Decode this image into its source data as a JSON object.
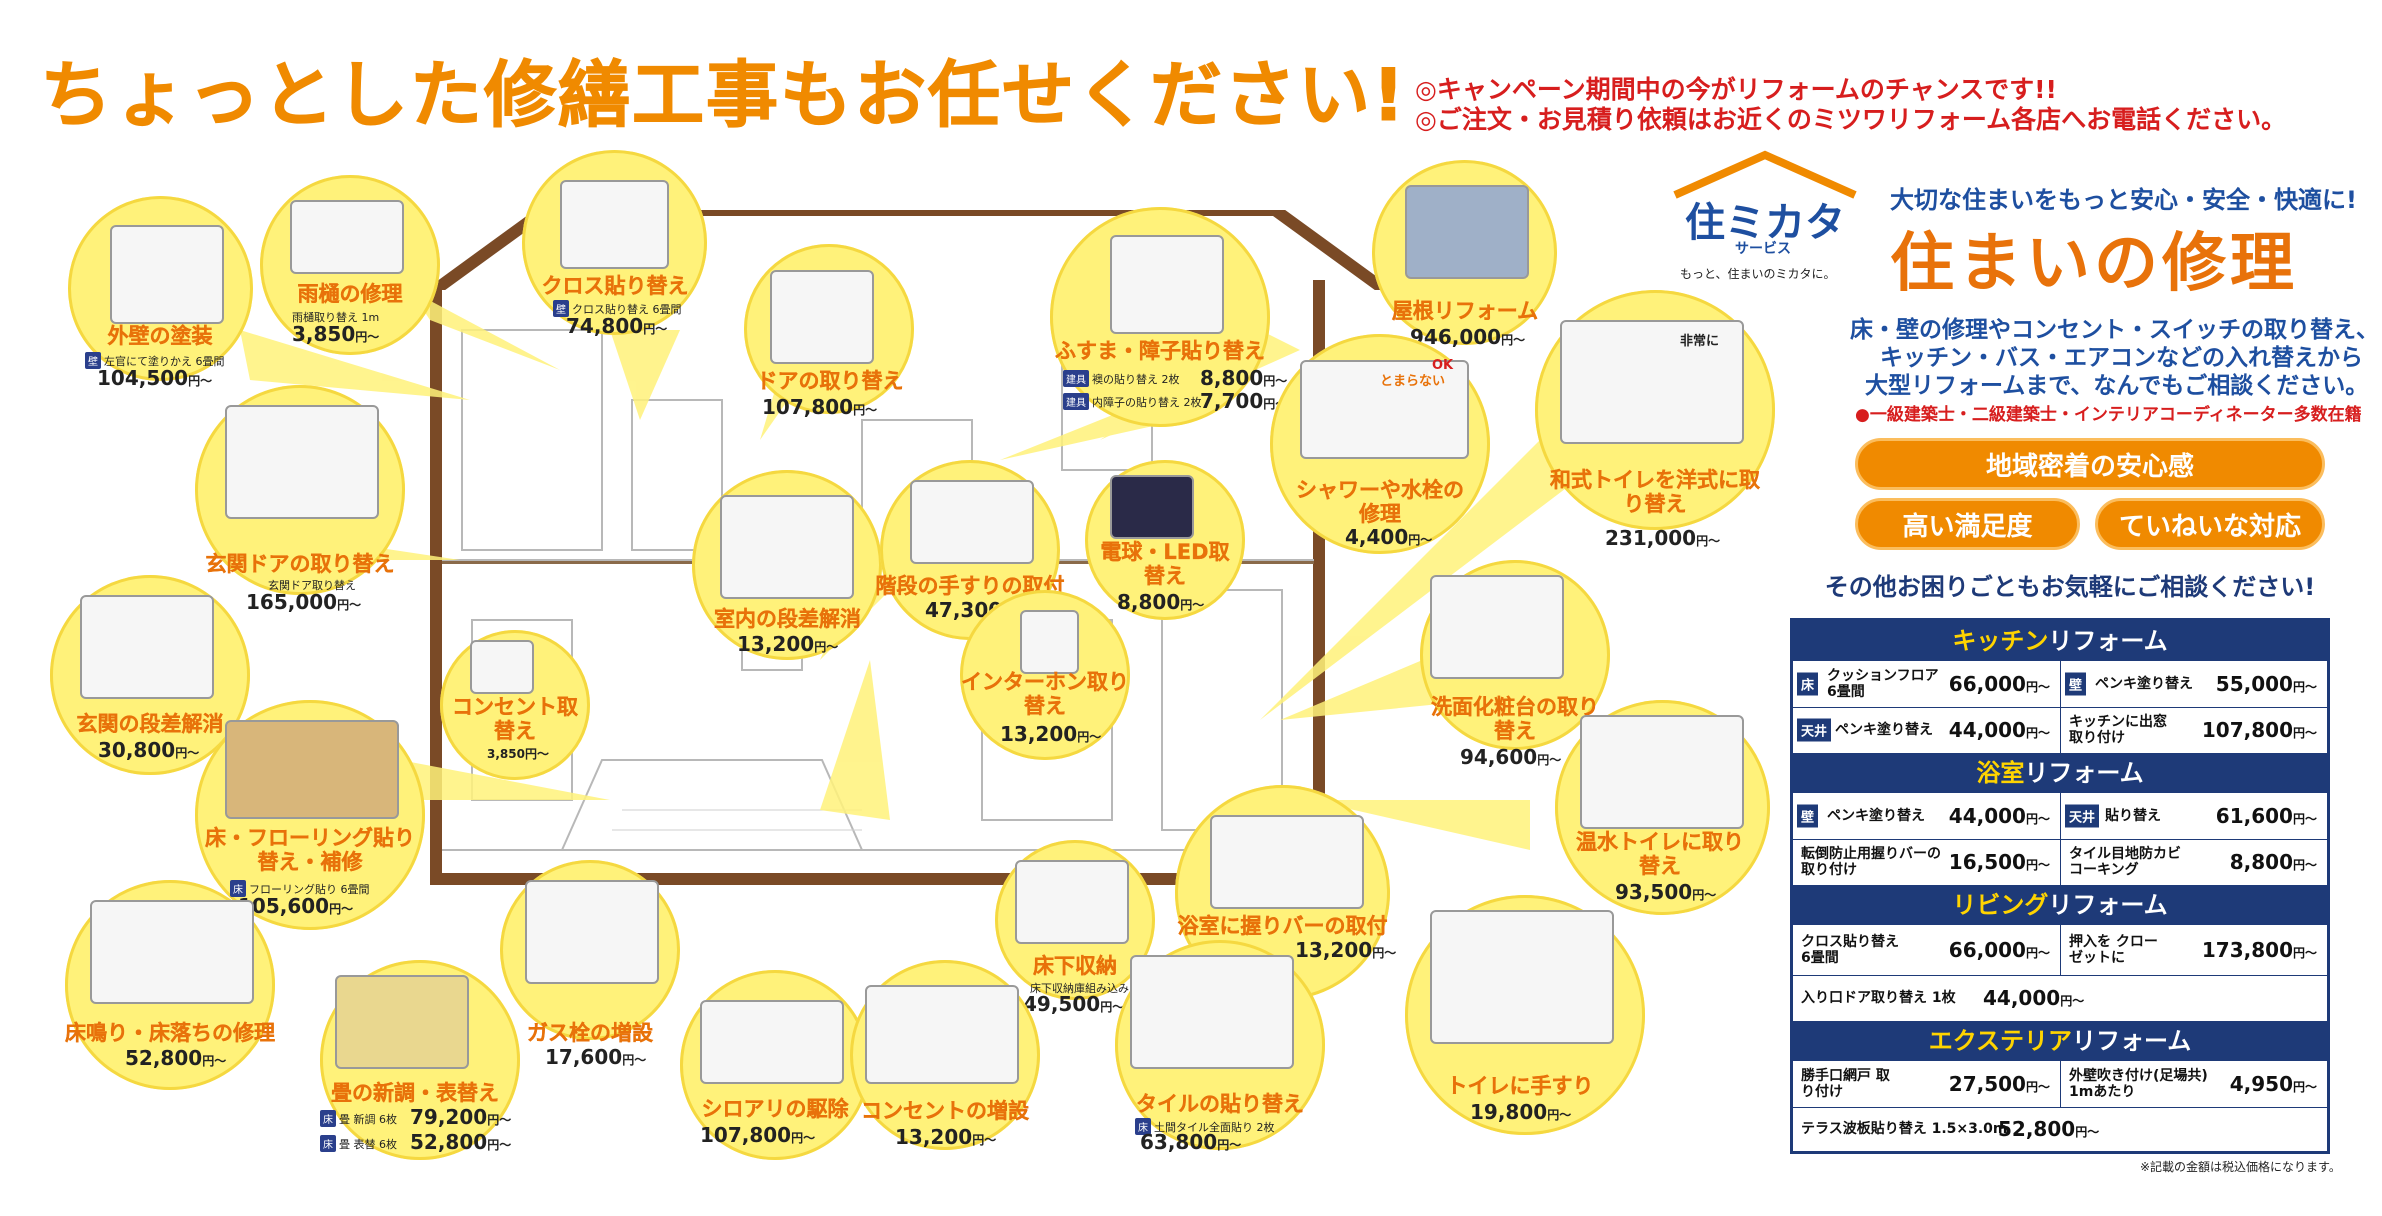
{
  "header": {
    "headline": "ちょっとした修繕工事もお任せください!",
    "notice1": "◎キャンペーン期間中の今がリフォームのチャンスです!!",
    "notice2": "◎ご注文・お見積り依頼はお近くのミツワリフォーム各店へお電話ください。"
  },
  "brand": {
    "logo_main": "住ミカタ",
    "logo_sub": "サービス",
    "logo_tagline": "もっと、住まいのミカタに。",
    "subtitle": "大切な住まいをもっと安心・安全・快適に!",
    "title": "住まいの修理",
    "desc1": "床・壁の修理やコンセント・スイッチの取り替え、",
    "desc2": "キッチン・バス・エアコンなどの入れ替えから",
    "desc3": "大型リフォームまで、なんでもご相談ください。",
    "desc_red": "●一級建築士・二級建築士・インテリアコーディネーター多数在籍",
    "pill1": "地域密着の安心感",
    "pill2": "高い満足度",
    "pill3": "ていねいな対応"
  },
  "bubble_texts": {
    "ok": "OK",
    "tomaranai": "とまらない",
    "hijou": "非常に"
  },
  "services": [
    {
      "label": "外壁の塗装",
      "note_tag": "壁",
      "note": "左官にて塗りかえ 6畳間",
      "price": "104,500",
      "unit": "円〜"
    },
    {
      "label": "雨樋の修理",
      "note_tag": "",
      "note": "雨樋取り替え 1m",
      "price": "3,850",
      "unit": "円〜"
    },
    {
      "label": "クロス貼り替え",
      "note_tag": "壁",
      "note": "クロス貼り替え 6畳間",
      "price": "74,800",
      "unit": "円〜"
    },
    {
      "label": "ドアの取り替え",
      "note_tag": "",
      "note": "",
      "price": "107,800",
      "unit": "円〜"
    },
    {
      "label": "ふすま・障子貼り替え",
      "note_tag": "建具",
      "note": "襖の貼り替え 2枚",
      "price": "8,800",
      "unit": "円〜"
    },
    {
      "label": "",
      "note_tag": "建具",
      "note": "内障子の貼り替え 2枚",
      "price": "7,700",
      "unit": "円〜"
    },
    {
      "label": "屋根リフォーム",
      "note_tag": "",
      "note": "",
      "price": "946,000",
      "unit": "円〜"
    },
    {
      "label": "シャワーや水栓の修理",
      "note_tag": "",
      "note": "",
      "price": "4,400",
      "unit": "円〜"
    },
    {
      "label": "和式トイレを洋式に取り替え",
      "note_tag": "",
      "note": "",
      "price": "231,000",
      "unit": "円〜"
    },
    {
      "label": "玄関ドアの取り替え",
      "note_tag": "",
      "note": "玄関ドア取り替え",
      "price": "165,000",
      "unit": "円〜"
    },
    {
      "label": "室内の段差解消",
      "note_tag": "",
      "note": "",
      "price": "13,200",
      "unit": "円〜"
    },
    {
      "label": "階段の手すりの取付",
      "note_tag": "",
      "note": "",
      "price": "47,300",
      "unit": "円〜"
    },
    {
      "label": "電球・LED取替え",
      "note_tag": "",
      "note": "",
      "price": "8,800",
      "unit": "円〜"
    },
    {
      "label": "洗面化粧台の取り替え",
      "note_tag": "",
      "note": "",
      "price": "94,600",
      "unit": "円〜"
    },
    {
      "label": "玄関の段差解消",
      "note_tag": "",
      "note": "",
      "price": "30,800",
      "unit": "円〜"
    },
    {
      "label": "コンセント取替え",
      "note_tag": "",
      "note": "",
      "price": "3,850",
      "unit": "円〜"
    },
    {
      "label": "インターホン取り替え",
      "note_tag": "",
      "note": "",
      "price": "13,200",
      "unit": "円〜"
    },
    {
      "label": "床・フローリング貼り替え・補修",
      "note_tag": "床",
      "note": "フローリング貼り 6畳間",
      "price": "105,600",
      "unit": "円〜"
    },
    {
      "label": "温水トイレに取り替え",
      "note_tag": "",
      "note": "",
      "price": "93,500",
      "unit": "円〜"
    },
    {
      "label": "浴室に握りバーの取付",
      "note_tag": "",
      "note": "",
      "price": "13,200",
      "unit": "円〜"
    },
    {
      "label": "床下収納",
      "note_tag": "",
      "note": "床下収納庫組み込み",
      "price": "49,500",
      "unit": "円〜"
    },
    {
      "label": "床鳴り・床落ちの修理",
      "note_tag": "",
      "note": "",
      "price": "52,800",
      "unit": "円〜"
    },
    {
      "label": "ガス栓の増設",
      "note_tag": "",
      "note": "",
      "price": "17,600",
      "unit": "円〜"
    },
    {
      "label": "畳の新調・表替え",
      "note_tag": "床",
      "note": "畳 新調 6枚",
      "price": "79,200",
      "unit": "円〜"
    },
    {
      "label": "",
      "note_tag": "床",
      "note": "畳 表替 6枚",
      "price": "52,800",
      "unit": "円〜"
    },
    {
      "label": "シロアリの駆除",
      "note_tag": "",
      "note": "",
      "price": "107,800",
      "unit": "円〜"
    },
    {
      "label": "コンセントの増設",
      "note_tag": "",
      "note": "",
      "price": "13,200",
      "unit": "円〜"
    },
    {
      "label": "タイルの貼り替え",
      "note_tag": "床",
      "note": "土間タイル全面貼り 2枚",
      "price": "63,800",
      "unit": "円〜"
    },
    {
      "label": "トイレに手すり",
      "note_tag": "",
      "note": "",
      "price": "19,800",
      "unit": "円〜"
    }
  ],
  "panel": {
    "banner": "その他お困りごともお気軽にご相談ください!",
    "footnote": "※記載の金額は税込価格になります。",
    "sections": [
      {
        "title_a": "キッチン",
        "title_b": "リフォーム",
        "rows": [
          [
            {
              "tag": "床",
              "name": "クッションフロア 6畳間",
              "price": "66,000",
              "unit": "円〜"
            },
            {
              "tag": "壁",
              "name": "ペンキ塗り替え",
              "price": "55,000",
              "unit": "円〜"
            }
          ],
          [
            {
              "tag": "天井",
              "name": "ペンキ塗り替え",
              "price": "44,000",
              "unit": "円〜"
            },
            {
              "tag": "",
              "name": "キッチンに出窓 取り付け",
              "price": "107,800",
              "unit": "円〜"
            }
          ]
        ]
      },
      {
        "title_a": "浴室",
        "title_b": "リフォーム",
        "rows": [
          [
            {
              "tag": "壁",
              "name": "ペンキ塗り替え",
              "price": "44,000",
              "unit": "円〜"
            },
            {
              "tag": "天井",
              "name": "貼り替え",
              "price": "61,600",
              "unit": "円〜"
            }
          ],
          [
            {
              "tag": "",
              "name": "転倒防止用握りバーの 取り付け",
              "price": "16,500",
              "unit": "円〜"
            },
            {
              "tag": "",
              "name": "タイル目地防カビ コーキング",
              "price": "8,800",
              "unit": "円〜"
            }
          ]
        ]
      },
      {
        "title_a": "リビング",
        "title_b": "リフォーム",
        "rows": [
          [
            {
              "tag": "",
              "name": "クロス貼り替え 6畳間",
              "price": "66,000",
              "unit": "円〜"
            },
            {
              "tag": "",
              "name": "押入を クローゼットに",
              "price": "173,800",
              "unit": "円〜"
            }
          ],
          [
            {
              "tag": "",
              "name": "入り口ドア取り替え 1枚",
              "price": "44,000",
              "unit": "円〜"
            }
          ]
        ]
      },
      {
        "title_a": "エクステリア",
        "title_b": "リフォーム",
        "rows": [
          [
            {
              "tag": "",
              "name": "勝手口網戸 取り付け",
              "price": "27,500",
              "unit": "円〜"
            },
            {
              "tag": "",
              "name": "外壁吹き付け(足場共) 1mあたり",
              "price": "4,950",
              "unit": "円〜"
            }
          ],
          [
            {
              "tag": "",
              "name": "テラス波板貼り替え 1.5×3.0m",
              "price": "52,800",
              "unit": "円〜"
            }
          ]
        ]
      }
    ]
  }
}
